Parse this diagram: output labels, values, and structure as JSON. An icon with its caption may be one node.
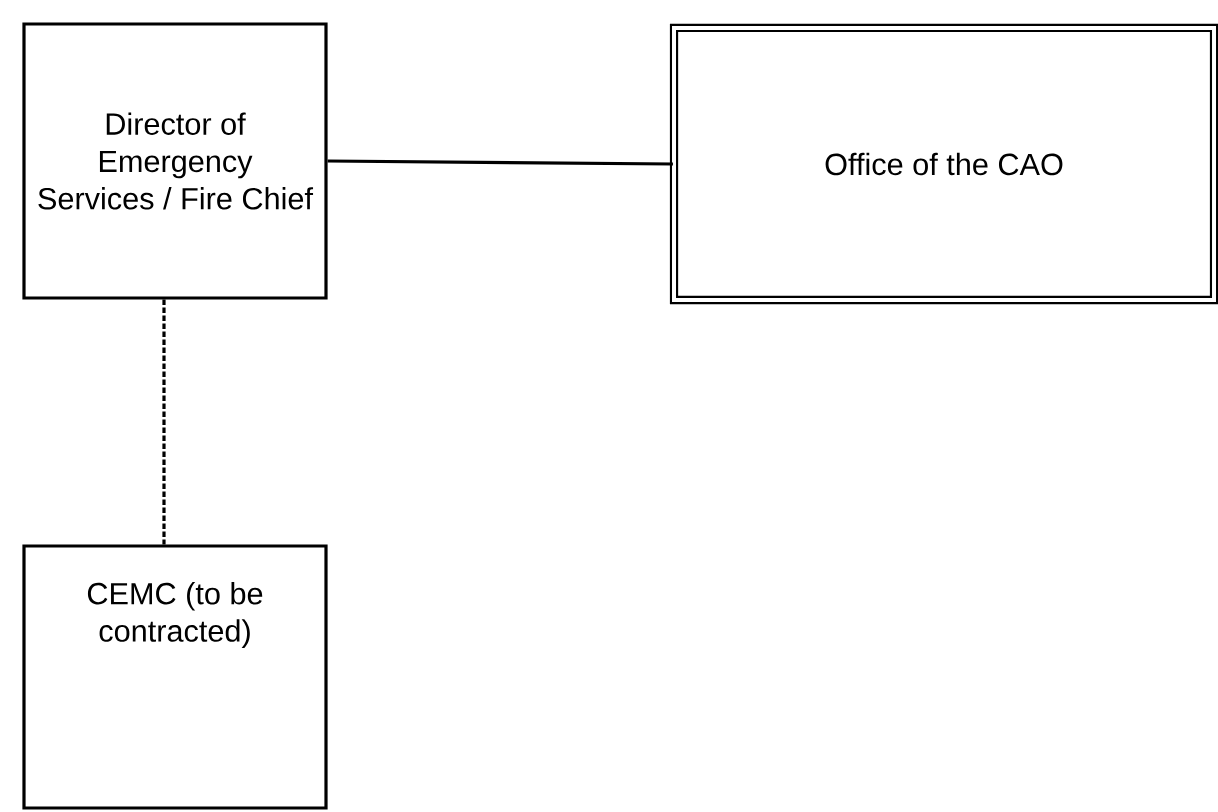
{
  "diagram": {
    "nodes": [
      {
        "text": [
          "Director of Emergency Services / Fire Chief"
        ]
      },
      {
        "text": [
          "Office of the CAO"
        ]
      },
      {
        "text": [
          "CEMC (to be contracted)"
        ]
      }
    ],
    "edges": [
      {
        "from": 0,
        "to": 1,
        "arrow": "none"
      },
      {
        "from": 0,
        "to": 2,
        "arrow": "none",
        "style": "dashed"
      }
    ]
  }
}
